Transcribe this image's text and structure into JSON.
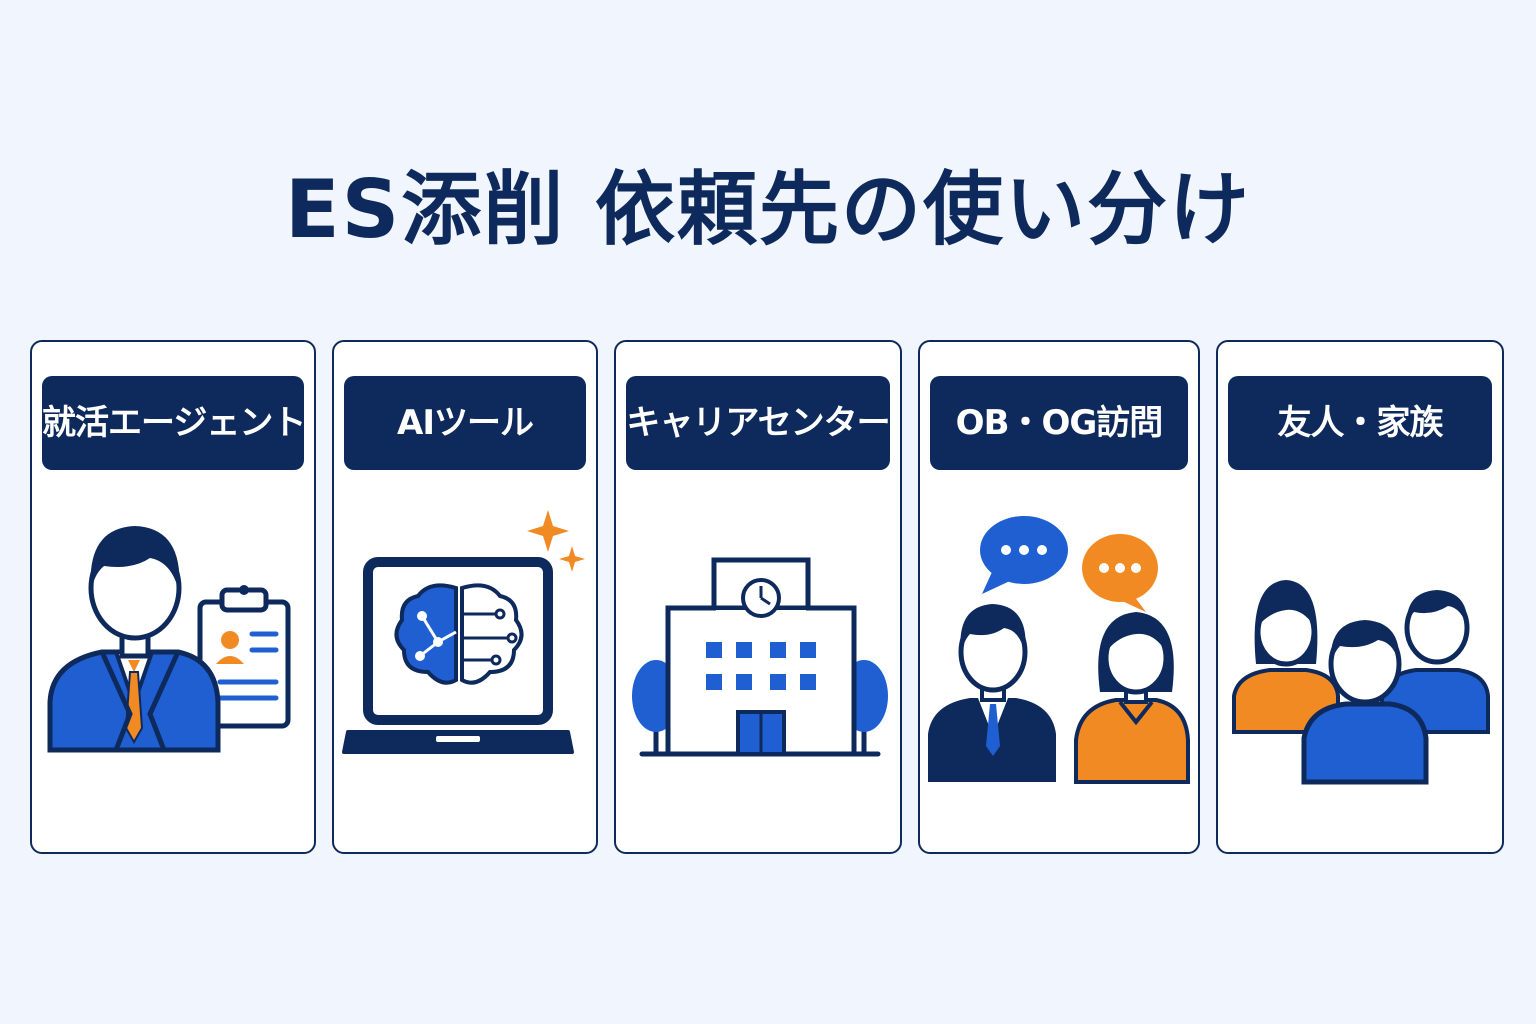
{
  "title": "ES添削  依頼先の使い分け",
  "cards": [
    {
      "label": "就活エージェント",
      "icon": "agent-with-clipboard-icon"
    },
    {
      "label": "AIツール",
      "icon": "laptop-ai-brain-icon"
    },
    {
      "label": "キャリアセンター",
      "icon": "career-center-building-icon"
    },
    {
      "label": "OB・OG訪問",
      "icon": "alumni-conversation-icon"
    },
    {
      "label": "友人・家族",
      "icon": "friends-family-icon"
    }
  ],
  "colors": {
    "navy": "#0e2a5c",
    "blue": "#1f5fd1",
    "orange": "#f28a24",
    "background": "#f1f5fd"
  }
}
